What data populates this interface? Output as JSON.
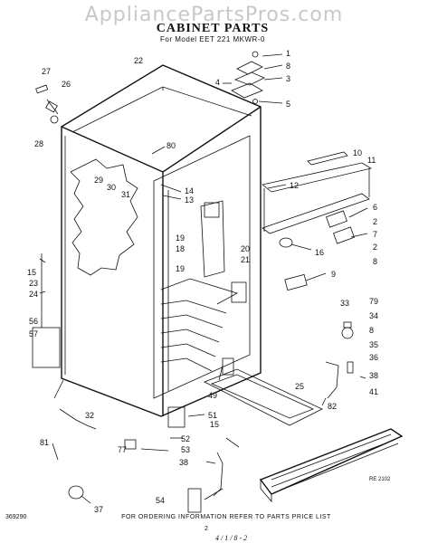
{
  "watermark": "AppliancePartsPros.com",
  "header": {
    "title": "CABINET PARTS",
    "subtitle": "For Model EET 221 MKWR-0"
  },
  "footer": {
    "note": "FOR ORDERING INFORMATION REFER TO PARTS PRICE LIST",
    "code": "369290",
    "page": "2",
    "handwritten": "4 / 1 / 8 - 2",
    "ref": "RE 2102"
  },
  "callouts": [
    "1",
    "8",
    "3",
    "4",
    "5",
    "22",
    "27",
    "26",
    "28",
    "80",
    "10",
    "11",
    "12",
    "29",
    "30",
    "31",
    "14",
    "13",
    "6",
    "2",
    "7",
    "16",
    "19",
    "18",
    "20",
    "21",
    "9",
    "2",
    "8",
    "15",
    "23",
    "24",
    "33",
    "79",
    "34",
    "8",
    "35",
    "36",
    "56",
    "57",
    "38",
    "41",
    "25",
    "82",
    "49",
    "32",
    "52",
    "51",
    "15",
    "81",
    "77",
    "53",
    "38",
    "54",
    "37",
    "19"
  ]
}
